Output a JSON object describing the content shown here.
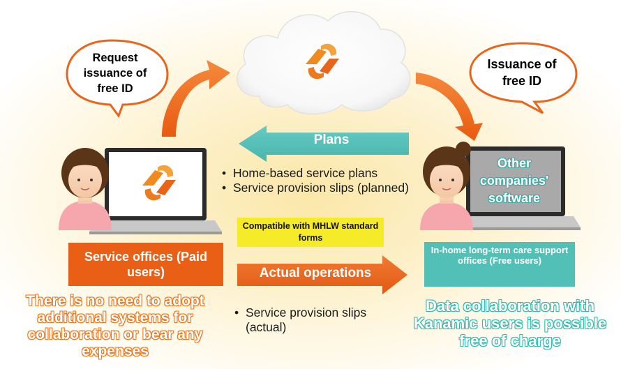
{
  "colors": {
    "orange": "#e95f15",
    "teal": "#53c0b8",
    "yellow_highlight": "#f6eb28",
    "cloud": "#ffffff"
  },
  "icons": {
    "cloud": "cloud-icon",
    "logo": "kanamic-logo-icon",
    "person_left": "person-icon",
    "person_right": "person-icon",
    "laptop": "laptop-icon"
  },
  "bubbles": {
    "request": "Request issuance of free ID",
    "issuance": "Issuance of free ID"
  },
  "arrows": {
    "plans": "Plans",
    "actual": "Actual operations"
  },
  "plan_bullets": [
    "Home-based service plans",
    "Service provision slips (planned)"
  ],
  "actual_bullets": [
    "Service provision slips (actual)"
  ],
  "mhlw_badge": "Compatible with MHLW standard forms",
  "laptop_right_text": "Other companies' software",
  "boxes": {
    "service_offices": "Service offices (Paid users)",
    "care_offices": "In-home long-term care support offices (Free users)"
  },
  "notes": {
    "left": "There is no need to adopt additional systems for collaboration or bear any expenses",
    "right": "Data collaboration with Kanamic users is possible free of charge"
  }
}
